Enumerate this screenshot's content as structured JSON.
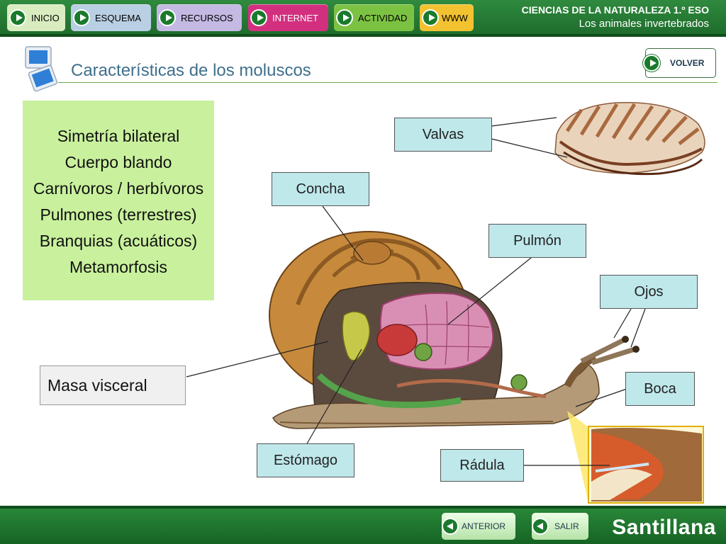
{
  "nav": {
    "items": [
      {
        "label": "INICIO",
        "bg": "#d8ecc0"
      },
      {
        "label": "ESQUEMA",
        "bg": "#b9cfe3"
      },
      {
        "label": "RECURSOS",
        "bg": "#c3b9e3"
      },
      {
        "label": "INTERNET",
        "bg": "#d2307f"
      },
      {
        "label": "ACTIVIDAD",
        "bg": "#7cc242"
      },
      {
        "label": "WWW",
        "bg": "#f2c230"
      }
    ]
  },
  "header": {
    "course": "CIENCIAS DE LA NATURALEZA 1.º ESO",
    "unit": "Los animales invertebrados"
  },
  "page": {
    "title": "Características de los moluscos",
    "volver": "VOLVER"
  },
  "traits": [
    "Simetría bilateral",
    "Cuerpo blando",
    "Carnívoros / herbívoros",
    "Pulmones (terrestres)",
    "Branquias (acuáticos)",
    "Metamorfosis"
  ],
  "labels": {
    "valvas": "Valvas",
    "concha": "Concha",
    "pulmon": "Pulmón",
    "ojos": "Ojos",
    "masa": "Masa visceral",
    "boca": "Boca",
    "estomago": "Estómago",
    "radula": "Rádula"
  },
  "footer": {
    "anterior": "ANTERIOR",
    "salir": "SALIR",
    "brand": "Santillana"
  },
  "colors": {
    "bar_green": "#1d6a2b",
    "title_blue": "#3f6f8c",
    "traits_bg": "#c9f19d",
    "label_bg": "#bfe8eb"
  }
}
